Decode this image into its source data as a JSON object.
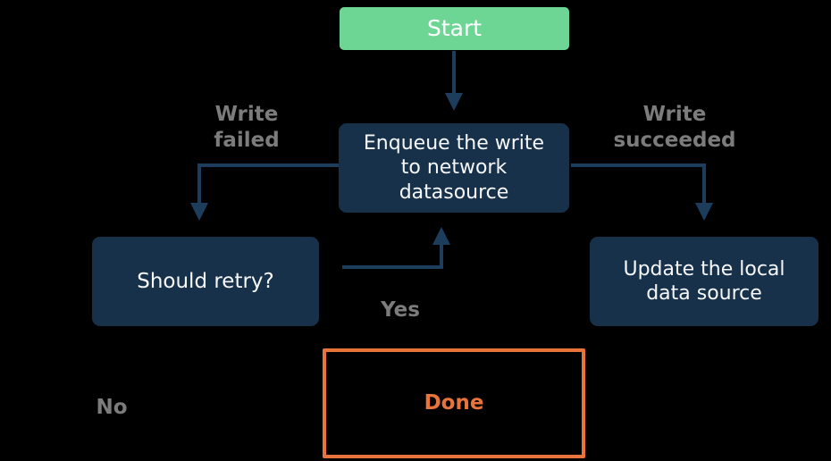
{
  "diagram": {
    "title": "Write-through queue flowchart",
    "background_color": "#000000",
    "nodes": [
      {
        "id": "start",
        "label": "Start",
        "fill": "#6ed695",
        "text_color": "#ffffff",
        "shape": "rounded-rect"
      },
      {
        "id": "enqueue",
        "label": "Enqueue the write to network datasource",
        "fill": "#17314a",
        "text_color": "#f6f7f8",
        "shape": "rounded-rect"
      },
      {
        "id": "retry",
        "label": "Should retry?",
        "fill": "#17314a",
        "text_color": "#f6f7f8",
        "shape": "rounded-rect"
      },
      {
        "id": "update",
        "label": "Update the local data source",
        "fill": "#17314a",
        "text_color": "#f6f7f8",
        "shape": "rounded-rect"
      },
      {
        "id": "done",
        "label": "Done",
        "fill": "transparent",
        "text_color": "#e8743c",
        "border_color": "#e8743c",
        "shape": "rect"
      }
    ],
    "edge_labels": [
      {
        "id": "write-failed",
        "label": "Write\nfailed",
        "color": "#7c7c7c"
      },
      {
        "id": "write-succeeded",
        "label": "Write\nsucceeded",
        "color": "#7c7c7c"
      },
      {
        "id": "yes",
        "label": "Yes",
        "color": "#7c7c7c"
      },
      {
        "id": "no",
        "label": "No",
        "color": "#7c7c7c"
      }
    ],
    "edges": [
      {
        "id": "start-to-enqueue",
        "from": "start",
        "to": "enqueue",
        "label": ""
      },
      {
        "id": "enqueue-to-retry",
        "from": "enqueue",
        "to": "retry",
        "label": "Write failed"
      },
      {
        "id": "enqueue-to-update",
        "from": "enqueue",
        "to": "update",
        "label": "Write succeeded"
      },
      {
        "id": "retry-to-enqueue",
        "from": "retry",
        "to": "enqueue",
        "label": "Yes"
      },
      {
        "id": "retry-to-done",
        "from": "retry",
        "to": "done",
        "label": "No"
      }
    ],
    "edge_color": "#1d3d5c"
  }
}
